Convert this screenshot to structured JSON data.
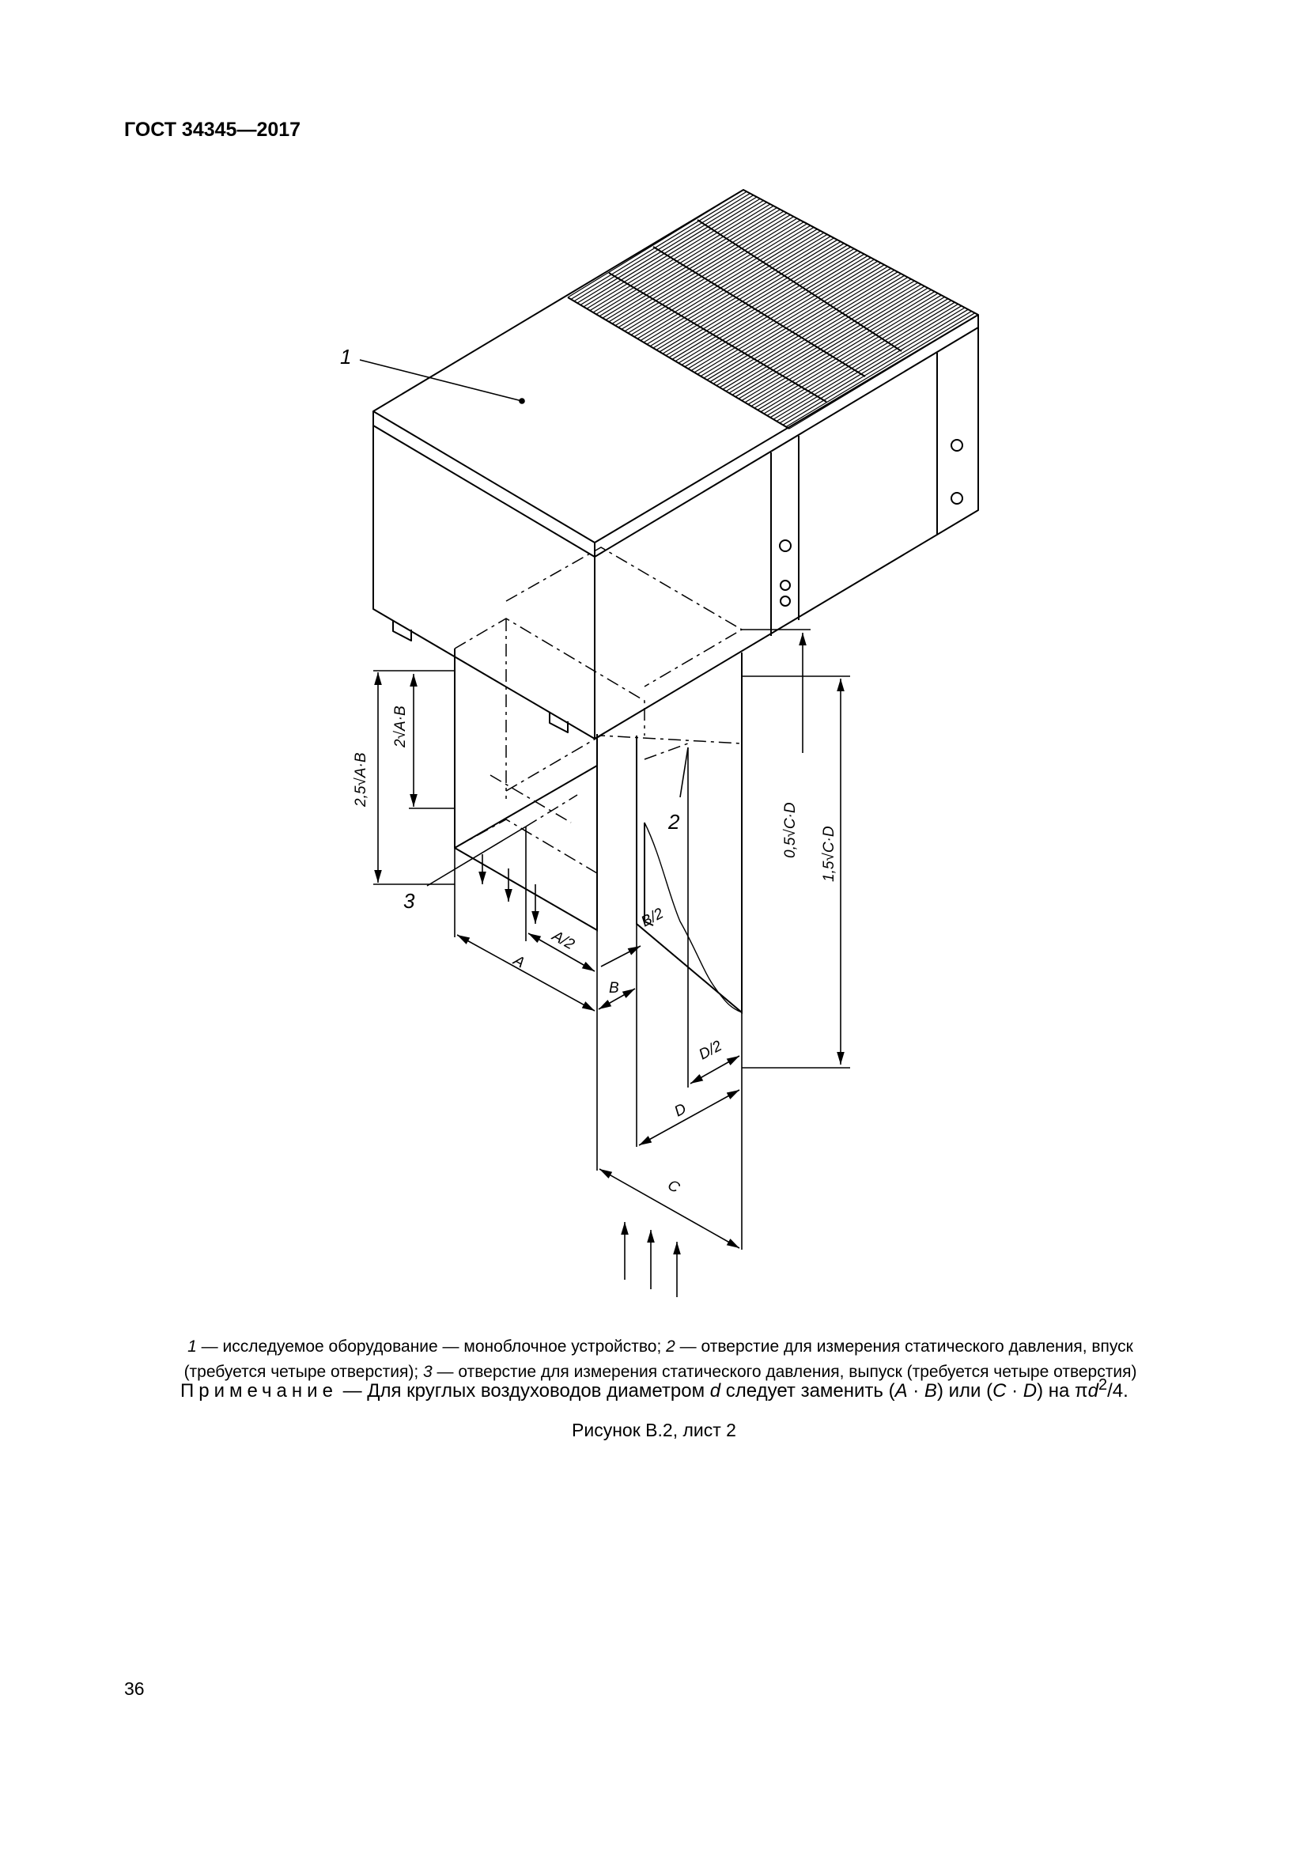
{
  "header": {
    "standard": "ГОСТ 34345—2017"
  },
  "figure": {
    "callouts": [
      "1",
      "2",
      "3"
    ],
    "dims": {
      "A": "A",
      "A2": "A/2",
      "B": "B",
      "B2": "B/2",
      "C": "C",
      "D": "D",
      "D2": "D/2",
      "h_inlet": "2√A·B",
      "h_inlet_total": "2,5√A·B",
      "h_outlet": "0,5√C·D",
      "h_outlet_total": "1,5√C·D"
    }
  },
  "caption": {
    "n1": "1",
    "t1": " — исследуемое оборудование — моноблочное устройство; ",
    "n2": "2",
    "t2": " — отверстие для измерения статического давления, впуск (требуется четыре отверстия); ",
    "n3": "3",
    "t3": " — отверстие для измерения статического давления, выпуск (требуется четыре отверстия)"
  },
  "note": {
    "label": "Примечание",
    "text_a": " — Для круглых воздуховодов диаметром ",
    "var_d": "d",
    "text_b": " следует заменить (",
    "A": "A",
    "dot1": " · ",
    "B": "B",
    "text_c": ") или (",
    "C": "C",
    "dot2": " · ",
    "D": "D",
    "text_d": ") на π",
    "var_d2": "d",
    "sup": "2",
    "text_e": "/4."
  },
  "figure_title": "Рисунок В.2, лист 2",
  "page_number": "36"
}
